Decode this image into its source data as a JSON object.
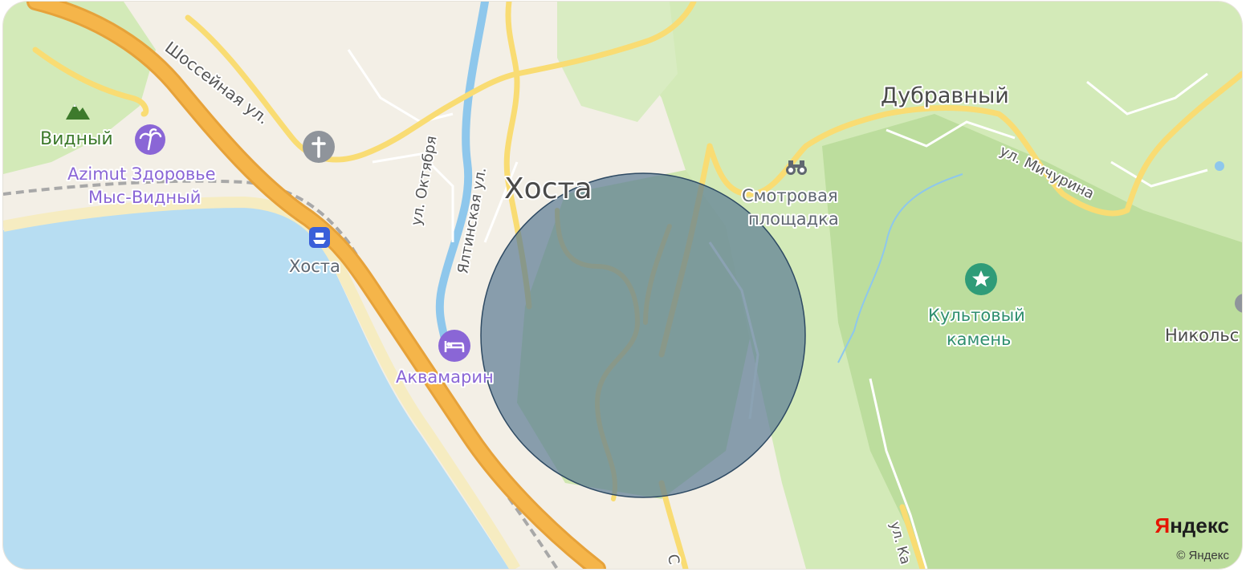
{
  "map": {
    "provider": "Яндекс",
    "brand_first_letter": "Я",
    "brand_rest": "ндекс",
    "copyright": "© Яндекс",
    "settlements": [
      "Хоста",
      "Дубравный",
      "Никольс"
    ],
    "streets": [
      "Шоссейная ул.",
      "ул. Октября",
      "Ялтинская ул.",
      "ул. Мичурина",
      "ул. Ка",
      "С"
    ],
    "pois": [
      {
        "name": "Видный",
        "icon": "mountain-icon"
      },
      {
        "name_line1": "Azimut Здоровье",
        "name_line2": "Мыс-Видный",
        "icon": "palm-icon"
      },
      {
        "name": "",
        "icon": "church-cross-icon"
      },
      {
        "name": "Хоста",
        "icon": "ferry-icon"
      },
      {
        "name": "Аквамарин",
        "icon": "hotel-bed-icon"
      },
      {
        "name_line1": "Смотровая",
        "name_line2": "площадка",
        "icon": "binoculars-icon"
      },
      {
        "name_line1": "Культовый",
        "name_line2": "камень",
        "icon": "star-icon"
      }
    ],
    "highlight": {
      "shape": "circle",
      "fill": "#5a7a93",
      "opacity": 0.7,
      "stroke": "#2e4a63"
    },
    "colors": {
      "sea": "#b7ddf2",
      "land": "#f3efe6",
      "forest": "#d3eab8",
      "forest_dark": "#bcdd9d",
      "major_road": "#f5b54a",
      "minor_road": "#f9dc73",
      "river": "#8ec7ec",
      "railway": "#a8a8a8"
    }
  }
}
